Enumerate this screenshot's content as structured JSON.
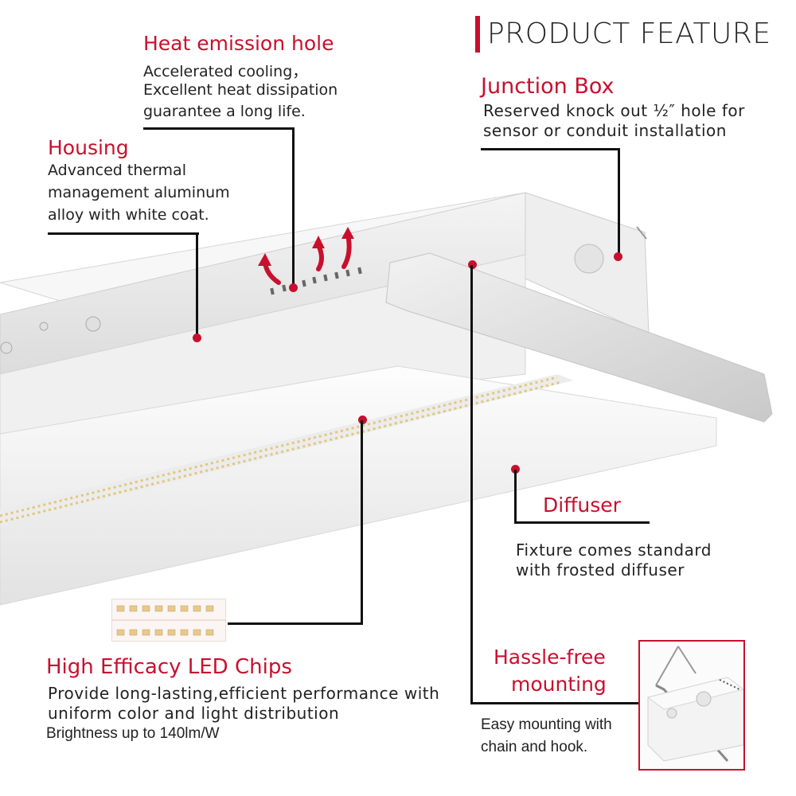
{
  "header": {
    "title": "PRODUCT FEATURE"
  },
  "features": {
    "heat": {
      "title": "Heat emission hole",
      "lines": [
        "Accelerated cooling，",
        "Excellent heat dissipation",
        "guarantee a long life."
      ]
    },
    "housing": {
      "title": "Housing",
      "lines": [
        "Advanced thermal",
        "management aluminum",
        "alloy with white coat."
      ]
    },
    "junction": {
      "title": "Junction Box",
      "lines": [
        "Reserved knock out ½″ hole for",
        "sensor or conduit installation"
      ]
    },
    "diffuser": {
      "title": "Diffuser",
      "lines": [
        "Fixture comes standard",
        "with frosted diffuser"
      ]
    },
    "led": {
      "title": "High Efficacy LED Chips",
      "lines": [
        "Provide long-lasting,efficient performance with",
        "uniform color and light distribution",
        "Brightness up to 140lm/W"
      ]
    },
    "mounting": {
      "title_lines": [
        "Hassle-free",
        "mounting"
      ],
      "lines": [
        "Easy mounting with",
        "chain and hook."
      ]
    }
  },
  "colors": {
    "accent": "#c8102e",
    "text": "#222222",
    "line": "#111111"
  }
}
